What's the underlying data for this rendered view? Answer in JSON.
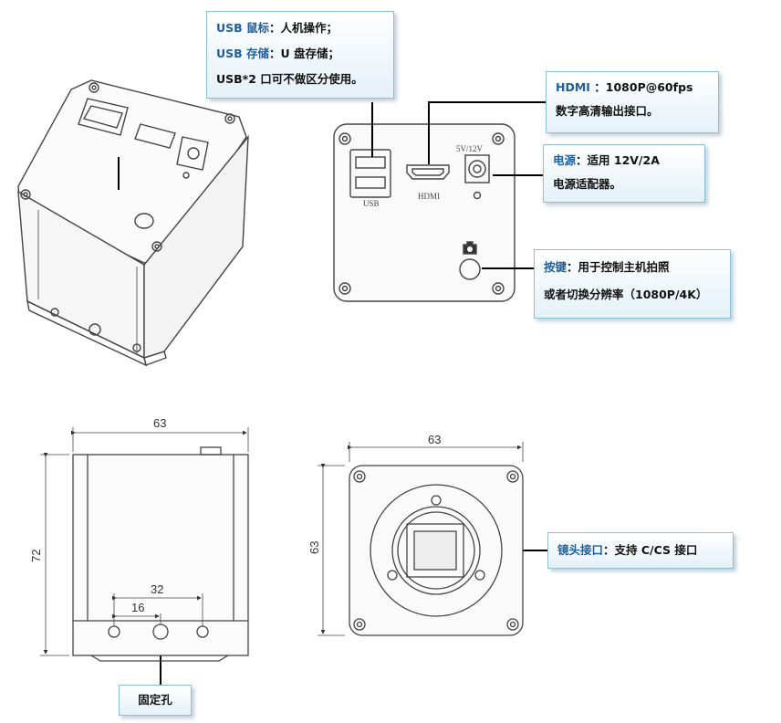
{
  "callouts": {
    "usb": {
      "line1_key": "USB 鼠标",
      "line1_rest": "：人机操作；",
      "line2_key": "USB  存储",
      "line2_rest": "：U 盘存储；",
      "line3": "USB*2 口可不做区分使用。"
    },
    "hdmi": {
      "line1_key": "HDMI ",
      "line1_rest": "：1080P@60fps",
      "line2": "数字高清输出接口。"
    },
    "power": {
      "line1_key": "电源",
      "line1_rest": "：适用 12V/2A",
      "line2": "电源适配器。"
    },
    "button": {
      "line1_key": "按键",
      "line1_rest": "：用于控制主机拍照",
      "line2": "或者切换分辨率（1080P/4K）"
    },
    "lens": {
      "key": "镜头接口",
      "rest": "：支持 C/CS 接口"
    },
    "mount": {
      "label": "固定孔"
    }
  },
  "panel_labels": {
    "usb": "USB",
    "hdmi": "HDMI",
    "voltage": "5V/12V"
  },
  "dimensions": {
    "side_width": "63",
    "side_height": "72",
    "hole_spacing_outer": "32",
    "hole_spacing_inner": "16",
    "front_width": "63",
    "front_height": "63"
  },
  "colors": {
    "line": "#333333",
    "callout_border": "#8fbfd6",
    "callout_key": "#1f5f9e"
  }
}
